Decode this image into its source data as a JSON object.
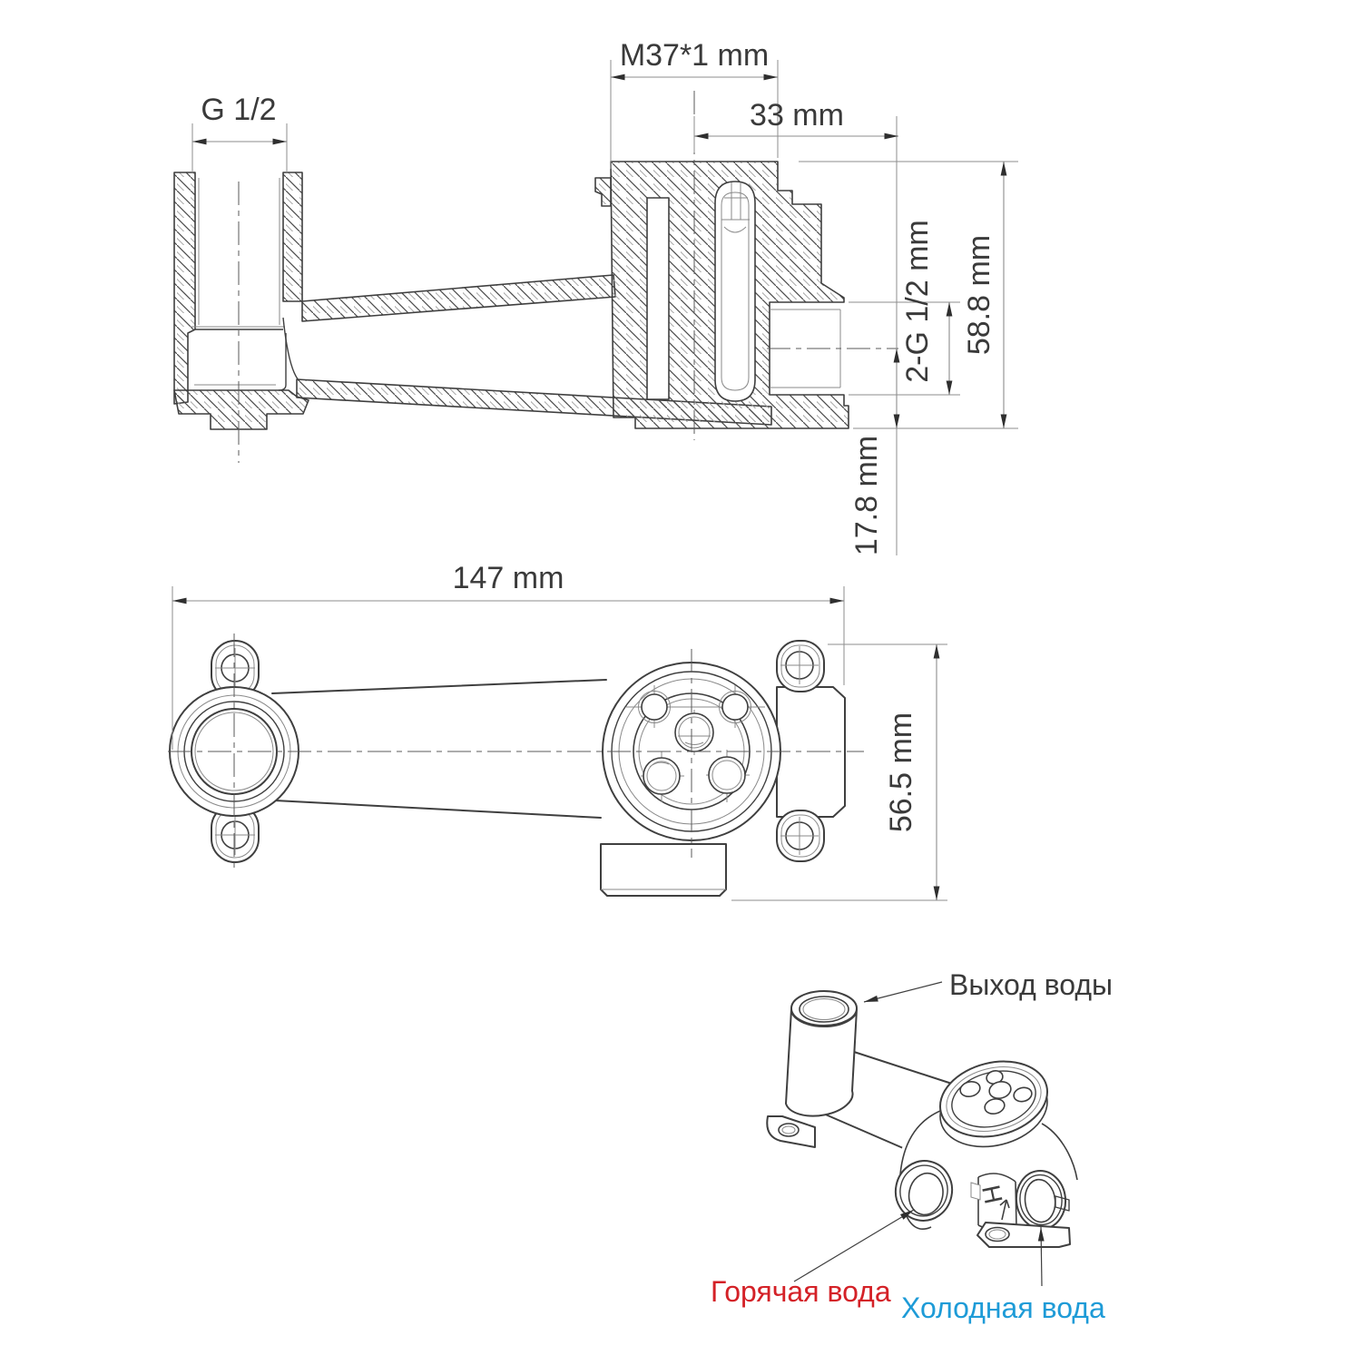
{
  "drawing": {
    "title": "Built-in wall mixer body technical drawing",
    "colors": {
      "line": "#3f3f3f",
      "dimension": "#8d8d8d",
      "text": "#3a3a3a",
      "hot_water": "#d42127",
      "cold_water": "#1e9bd7",
      "background": "#ffffff"
    },
    "section_view": {
      "dims": {
        "thread_top": "M37*1 mm",
        "offset_33": "33 mm",
        "outlet_thread": "G 1/2",
        "inlet_thread": "2-G 1/2 mm",
        "height_total": "58.8 mm",
        "height_base": "17.8 mm"
      }
    },
    "plan_view": {
      "dims": {
        "length": "147 mm",
        "height": "56.5 mm"
      }
    },
    "iso_view": {
      "labels": {
        "outlet": "Выход воды",
        "hot": "Горячая вода",
        "cold": "Холодная вода"
      },
      "cast_mark": "H"
    }
  }
}
